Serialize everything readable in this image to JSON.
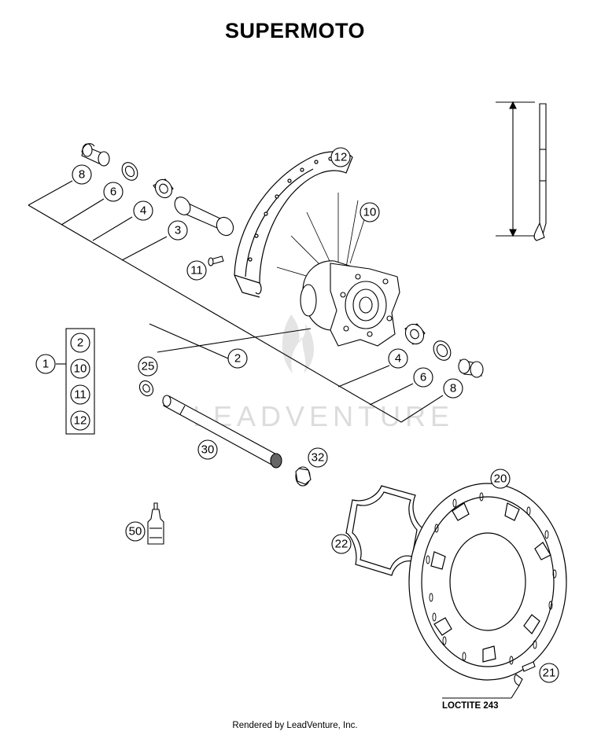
{
  "title": "SUPERMOTO",
  "footer": "Rendered by LeadVenture, Inc.",
  "watermark": "LEADVENTURE",
  "note": "LOCTITE 243",
  "callouts": {
    "c8_top": "8",
    "c6_top": "6",
    "c4_top": "4",
    "c3": "3",
    "c12": "12",
    "c10": "10",
    "c11": "11",
    "c2": "2",
    "c4_right": "4",
    "c6_right": "6",
    "c8_right": "8",
    "c1": "1",
    "kit_2": "2",
    "kit_10": "10",
    "kit_11": "11",
    "kit_12": "12",
    "c25": "25",
    "c30": "30",
    "c32": "32",
    "c50": "50",
    "c22": "22",
    "c20": "20",
    "c21": "21"
  },
  "colors": {
    "line": "#000000",
    "watermark": "#dcdcdc",
    "parts_fill": "#ffffff"
  }
}
